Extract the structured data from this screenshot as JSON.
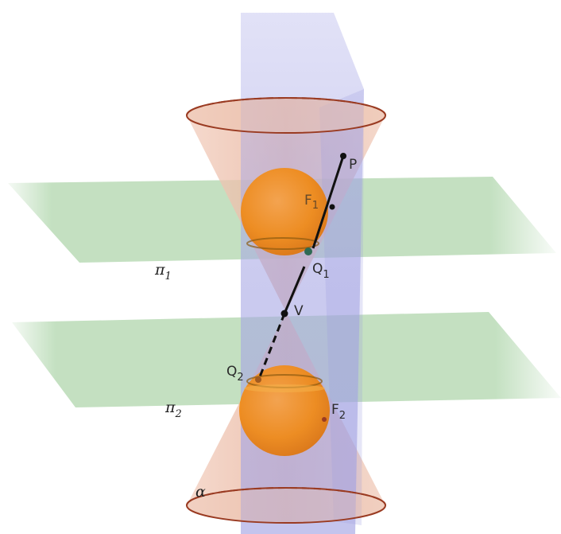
{
  "figure": {
    "labels": {
      "p": "P",
      "f1": "F",
      "f1_sub": "1",
      "q1": "Q",
      "q1_sub": "1",
      "v": "V",
      "q2": "Q",
      "q2_sub": "2",
      "f2": "F",
      "f2_sub": "2",
      "pi1": "π",
      "pi1_sub": "1",
      "pi2": "π",
      "pi2_sub": "2",
      "alpha": "α"
    },
    "colors": {
      "cone_fill": "#e9b69e",
      "cone_edge": "#9a3b22",
      "sphere": "#f08a16",
      "sphere_dark": "#d96f0a",
      "plane_green": "#b7d9b4",
      "plane_blue": "#a9a9e6",
      "segment": "#111111"
    }
  }
}
